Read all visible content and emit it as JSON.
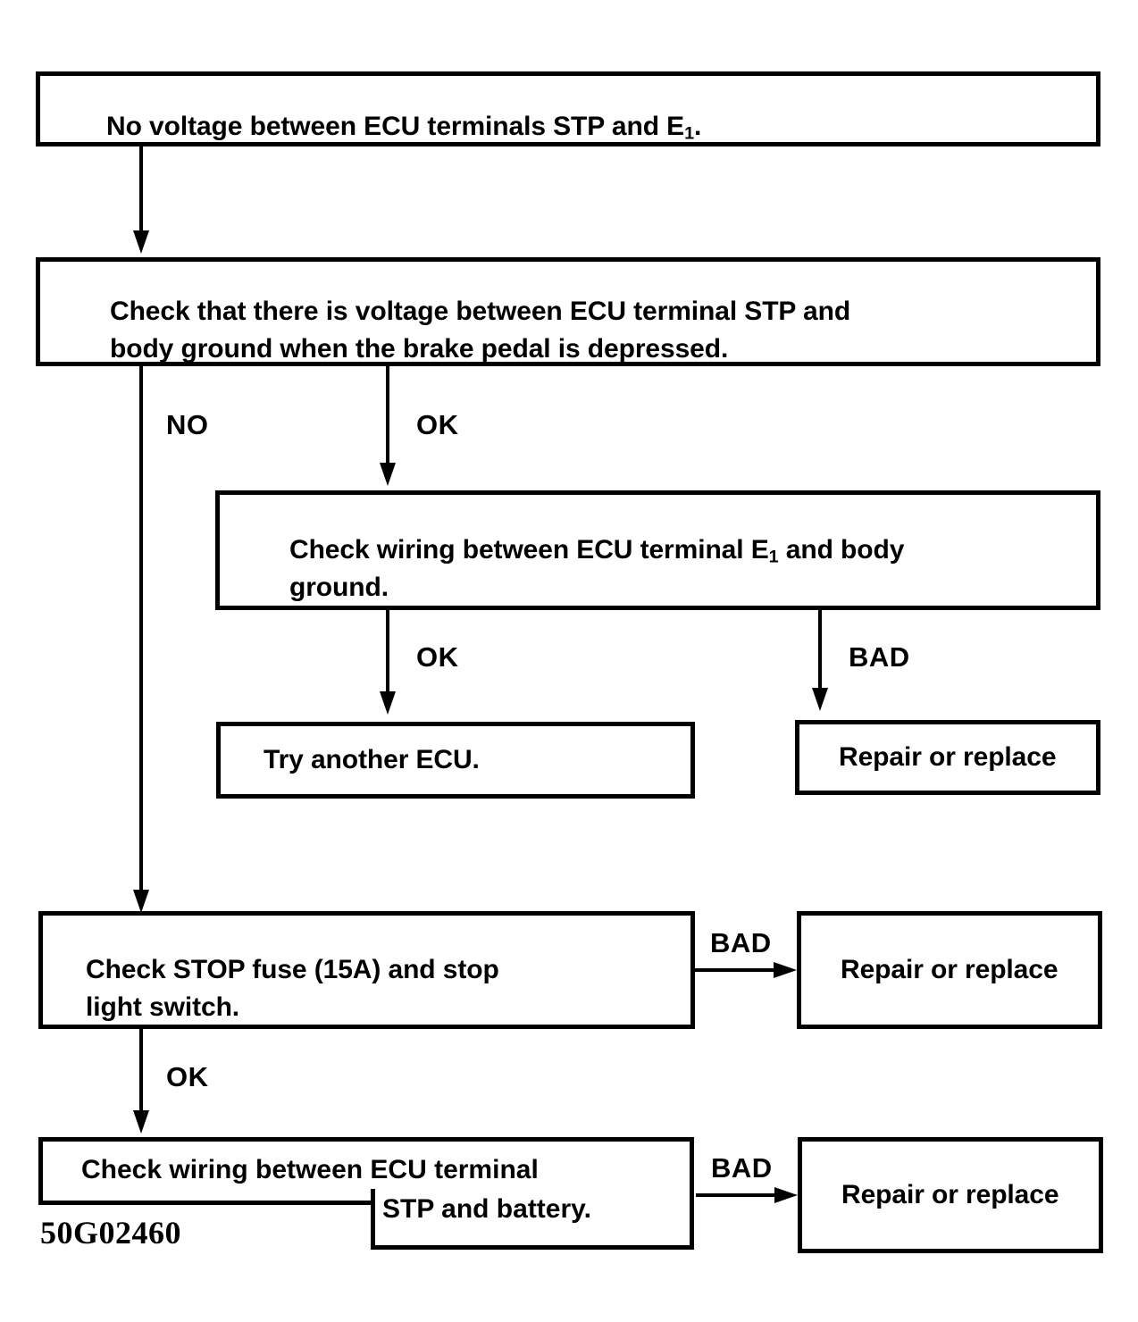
{
  "figure": {
    "caption": "50G02460",
    "title": "No voltage between ECU terminals STP and E1 diagnostic flowchart"
  },
  "nodes": {
    "symptom": {
      "id": "symptom",
      "text_before": "No voltage between ECU terminals STP and E",
      "subscript": "1",
      "text_after": "."
    },
    "check_stp_voltage": {
      "id": "check-stp-voltage",
      "line1": "Check that there is voltage between ECU terminal STP and",
      "line2": "body ground when the brake pedal is depressed."
    },
    "check_e1_wiring": {
      "id": "check-e1-wiring",
      "text_before": "Check wiring between ECU terminal E",
      "subscript": "1",
      "text_after": " and body",
      "line2": "ground."
    },
    "try_another_ecu": {
      "id": "try-another-ecu",
      "text": "Try another ECU."
    },
    "repair_or_replace_1": {
      "id": "repair-or-replace-1",
      "text": "Repair or replace"
    },
    "check_stop_fuse": {
      "id": "check-stop-fuse",
      "line1": "Check STOP fuse (15A) and stop",
      "line2": "light switch."
    },
    "repair_or_replace_2": {
      "id": "repair-or-replace-2",
      "text": "Repair or replace"
    },
    "check_battery_wiring": {
      "id": "check-battery-wiring",
      "line1": "Check wiring between ECU terminal",
      "line2": "STP and battery."
    },
    "repair_or_replace_3": {
      "id": "repair-or-replace-3",
      "text": "Repair or replace"
    }
  },
  "edge_labels": {
    "no": "NO",
    "ok_1": "OK",
    "ok_2": "OK",
    "ok_3": "OK",
    "bad_1": "BAD",
    "bad_2": "BAD",
    "bad_3": "BAD"
  },
  "colors": {
    "ink": "#000000",
    "paper": "#ffffff"
  },
  "chart_data": {
    "type": "diagram",
    "diagram_type": "flowchart",
    "title": "No voltage between ECU terminals STP and E1",
    "nodes": [
      {
        "id": "symptom",
        "label": "No voltage between ECU terminals STP and E1.",
        "shape": "rect"
      },
      {
        "id": "check-stp-voltage",
        "label": "Check that there is voltage between ECU terminal STP and body ground when the brake pedal is depressed.",
        "shape": "rect"
      },
      {
        "id": "check-e1-wiring",
        "label": "Check wiring between ECU terminal E1 and body ground.",
        "shape": "rect"
      },
      {
        "id": "try-another-ecu",
        "label": "Try another ECU.",
        "shape": "rect"
      },
      {
        "id": "repair-or-replace-1",
        "label": "Repair or replace",
        "shape": "rect"
      },
      {
        "id": "check-stop-fuse",
        "label": "Check STOP fuse (15A) and stop light switch.",
        "shape": "rect"
      },
      {
        "id": "repair-or-replace-2",
        "label": "Repair or replace",
        "shape": "rect"
      },
      {
        "id": "check-battery-wiring",
        "label": "Check wiring between ECU terminal STP and battery.",
        "shape": "rect"
      },
      {
        "id": "repair-or-replace-3",
        "label": "Repair or replace",
        "shape": "rect"
      }
    ],
    "edges": [
      {
        "from": "symptom",
        "to": "check-stp-voltage",
        "label": ""
      },
      {
        "from": "check-stp-voltage",
        "to": "check-e1-wiring",
        "label": "OK"
      },
      {
        "from": "check-stp-voltage",
        "to": "check-stop-fuse",
        "label": "NO"
      },
      {
        "from": "check-e1-wiring",
        "to": "try-another-ecu",
        "label": "OK"
      },
      {
        "from": "check-e1-wiring",
        "to": "repair-or-replace-1",
        "label": "BAD"
      },
      {
        "from": "check-stop-fuse",
        "to": "repair-or-replace-2",
        "label": "BAD"
      },
      {
        "from": "check-stop-fuse",
        "to": "check-battery-wiring",
        "label": "OK"
      },
      {
        "from": "check-battery-wiring",
        "to": "repair-or-replace-3",
        "label": "BAD"
      }
    ]
  }
}
